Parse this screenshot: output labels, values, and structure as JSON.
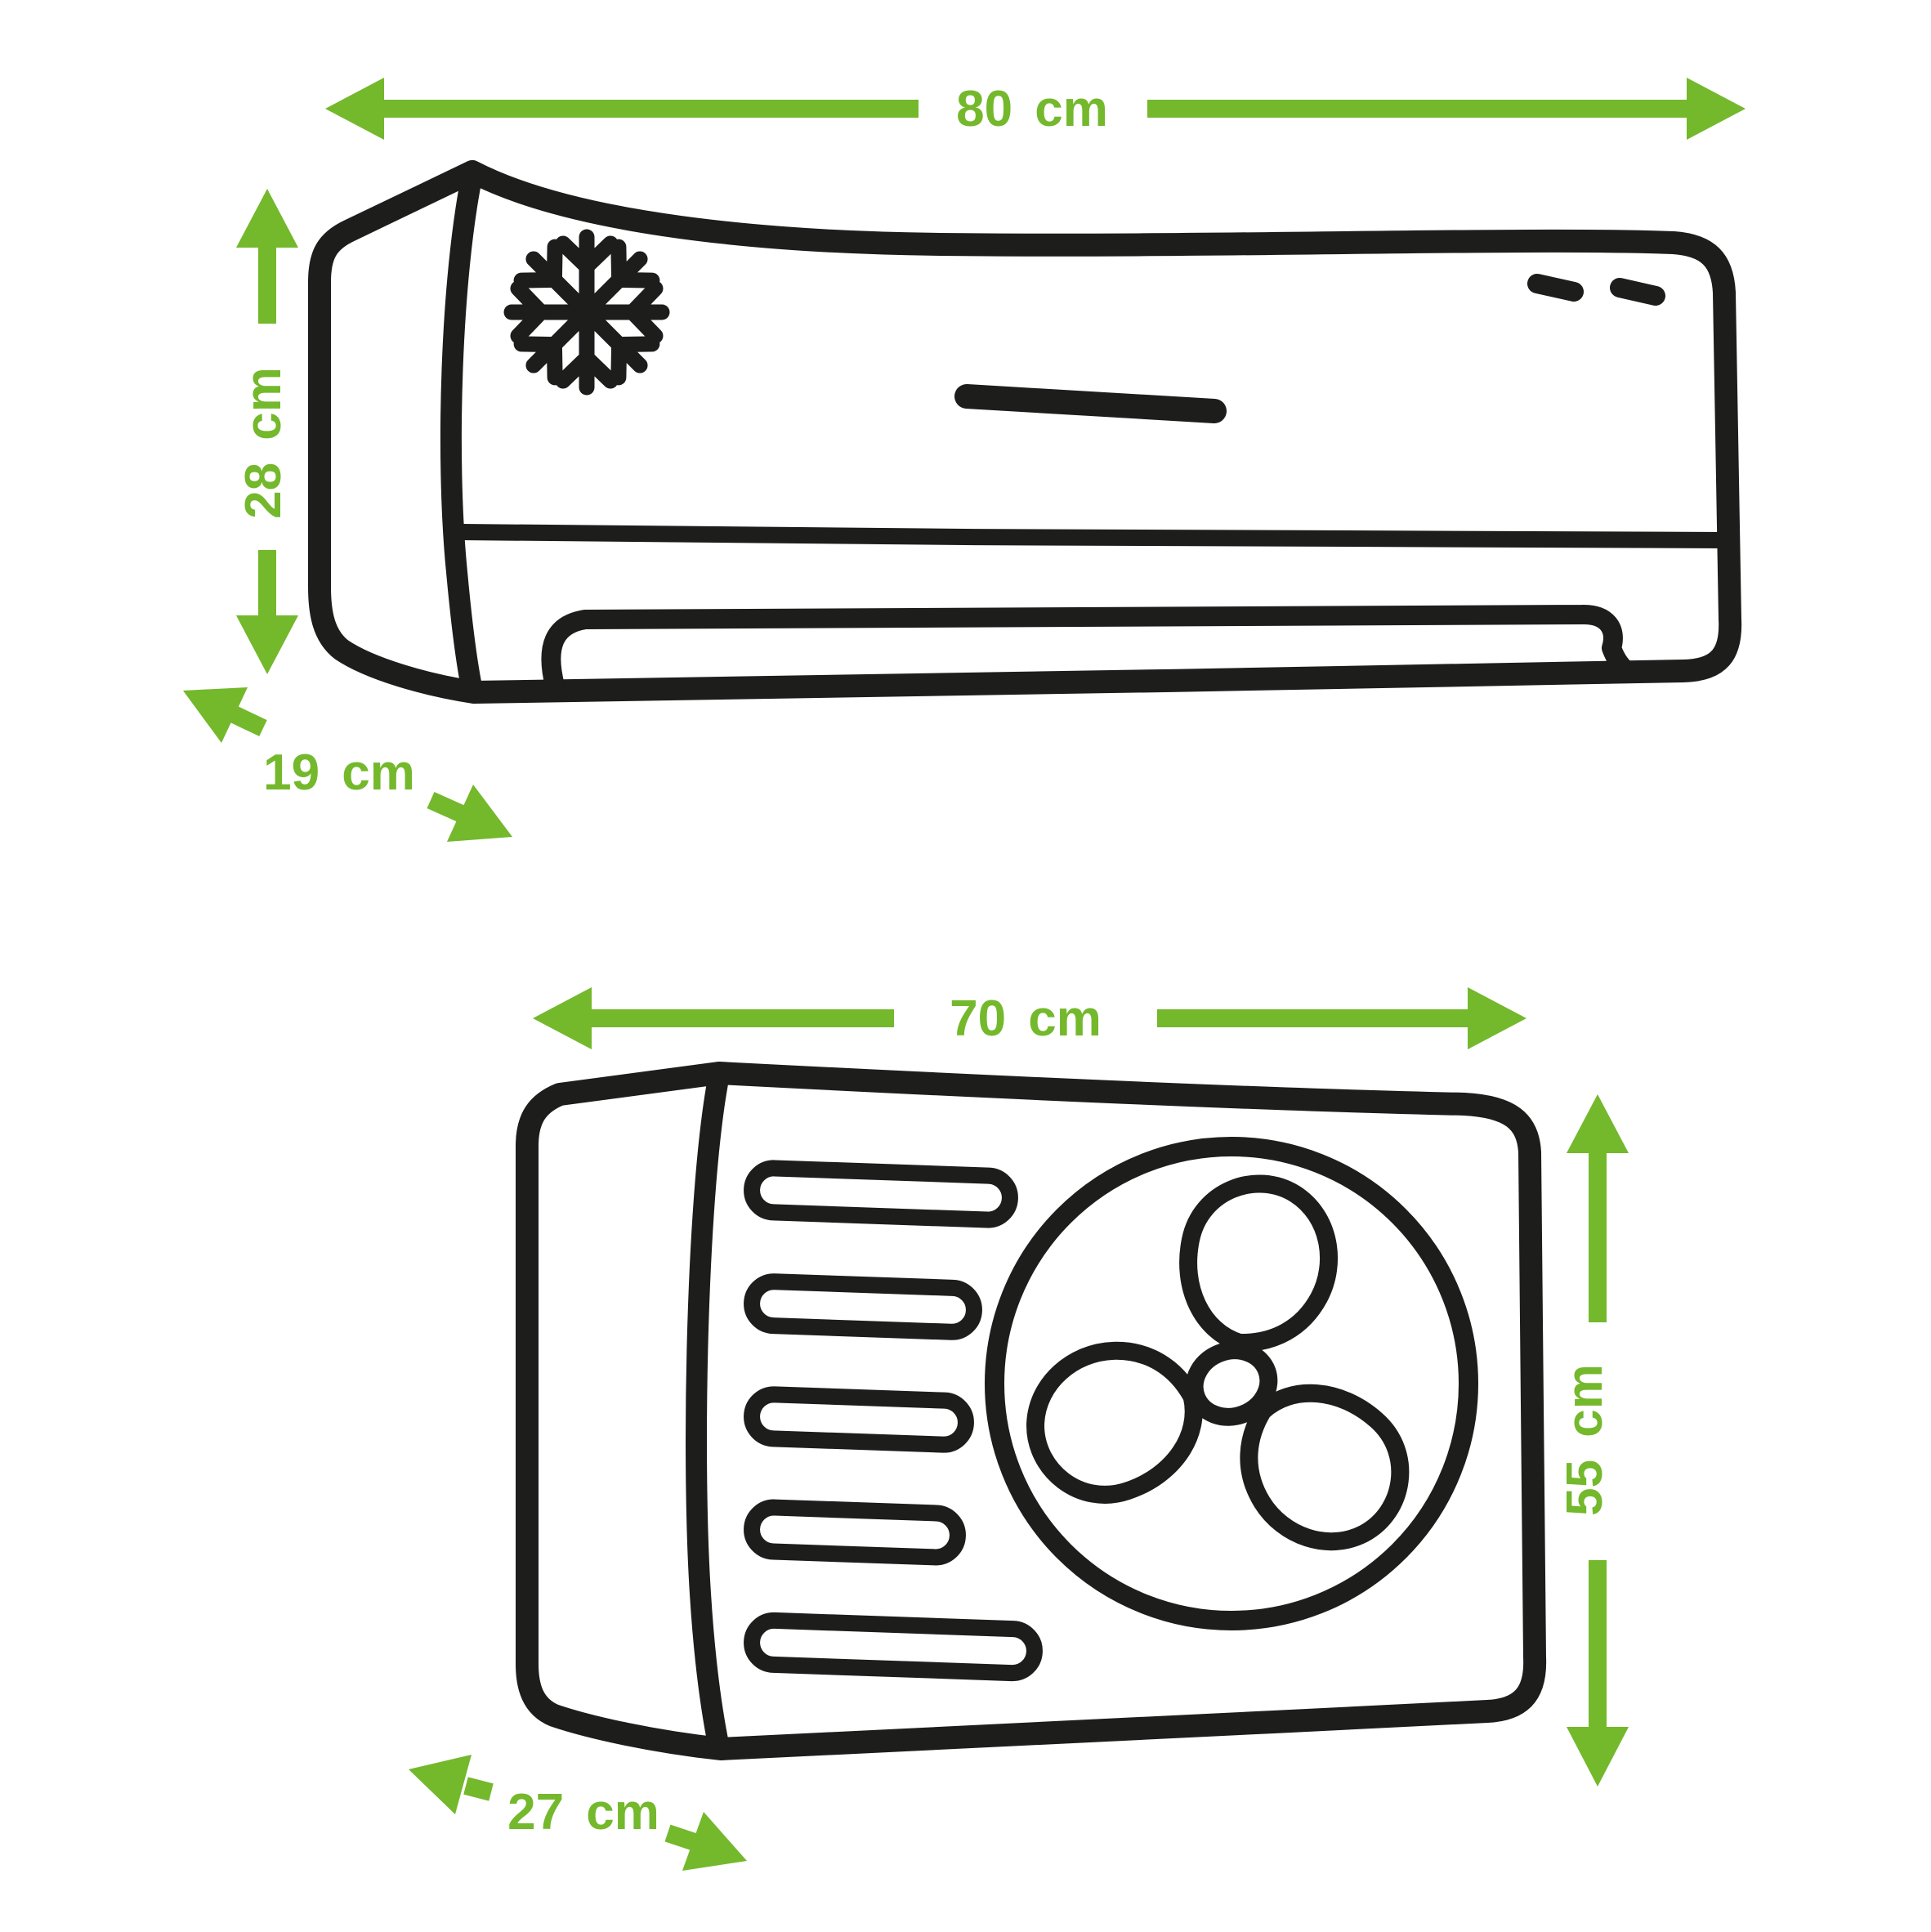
{
  "diagram": {
    "type": "product-dimensions-diagram",
    "subject": "split air conditioner dimensions",
    "background_color": "#ffffff",
    "colors": {
      "accent_green": "#74b82c",
      "line_black": "#1d1d1b"
    },
    "indoor_unit": {
      "name": "indoor wall-mounted unit",
      "width": {
        "label": "80 cm",
        "value": 80,
        "unit": "cm"
      },
      "height": {
        "label": "28 cm",
        "value": 28,
        "unit": "cm"
      },
      "depth": {
        "label": "19 cm",
        "value": 19,
        "unit": "cm"
      },
      "features": {
        "snowflake_icon": "snowflake-icon",
        "indicator_dashes": 2,
        "front_louver_slot": 1,
        "bottom_air_deflector": 1
      }
    },
    "outdoor_unit": {
      "name": "outdoor condenser unit",
      "width": {
        "label": "70 cm",
        "value": 70,
        "unit": "cm"
      },
      "height": {
        "label": "55 cm",
        "value": 55,
        "unit": "cm"
      },
      "depth": {
        "label": "27 cm",
        "value": 27,
        "unit": "cm"
      },
      "features": {
        "fan_icon": "fan-icon",
        "fan_blades": 3,
        "vent_slots": 5
      }
    }
  }
}
